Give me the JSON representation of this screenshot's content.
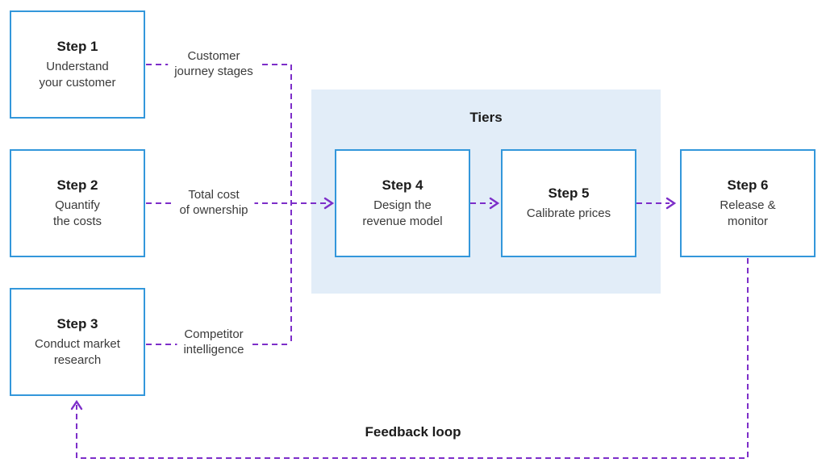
{
  "diagram": {
    "steps": [
      {
        "title": "Step 1",
        "body": "Understand\nyour customer"
      },
      {
        "title": "Step 2",
        "body": "Quantify\nthe costs"
      },
      {
        "title": "Step 3",
        "body": "Conduct market\nresearch"
      },
      {
        "title": "Step 4",
        "body": "Design the\nrevenue model"
      },
      {
        "title": "Step 5",
        "body": "Calibrate prices"
      },
      {
        "title": "Step 6",
        "body": "Release &\nmonitor"
      }
    ],
    "connector_labels": [
      {
        "text": "Customer\njourney stages"
      },
      {
        "text": "Total cost\nof ownership"
      },
      {
        "text": "Competitor\nintelligence"
      }
    ],
    "tiers_label": "Tiers",
    "feedback_label": "Feedback loop",
    "colors": {
      "box_border": "#3397DB",
      "box_fill": "#FFFFFF",
      "tiers_bg": "#E2EDF8",
      "connector": "#7D2EC9",
      "title_text": "#1B1B1B",
      "body_text": "#3A3A3A"
    }
  }
}
